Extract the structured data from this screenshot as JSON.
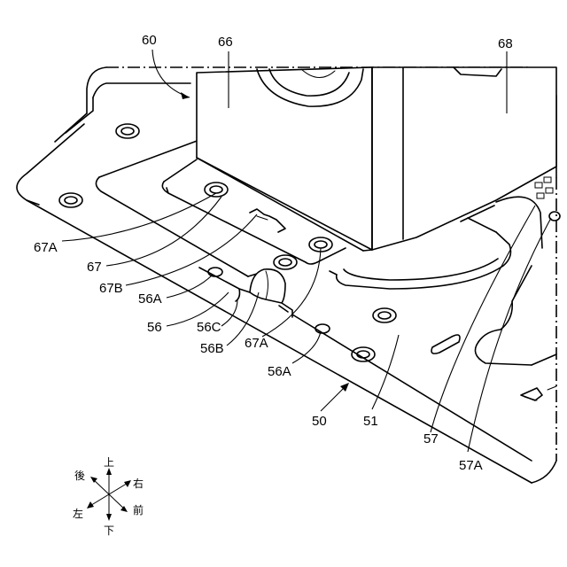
{
  "labels": {
    "l60": "60",
    "l66": "66",
    "l68": "68",
    "l67A_1": "67A",
    "l67": "67",
    "l67B": "67B",
    "l56A_1": "56A",
    "l56": "56",
    "l56C": "56C",
    "l56B": "56B",
    "l67A_2": "67A",
    "l56A_2": "56A",
    "l50": "50",
    "l51": "51",
    "l57": "57",
    "l57A": "57A"
  },
  "directions": {
    "up": "上",
    "down": "下",
    "back": "後",
    "front": "前",
    "right": "右",
    "left": "左"
  }
}
